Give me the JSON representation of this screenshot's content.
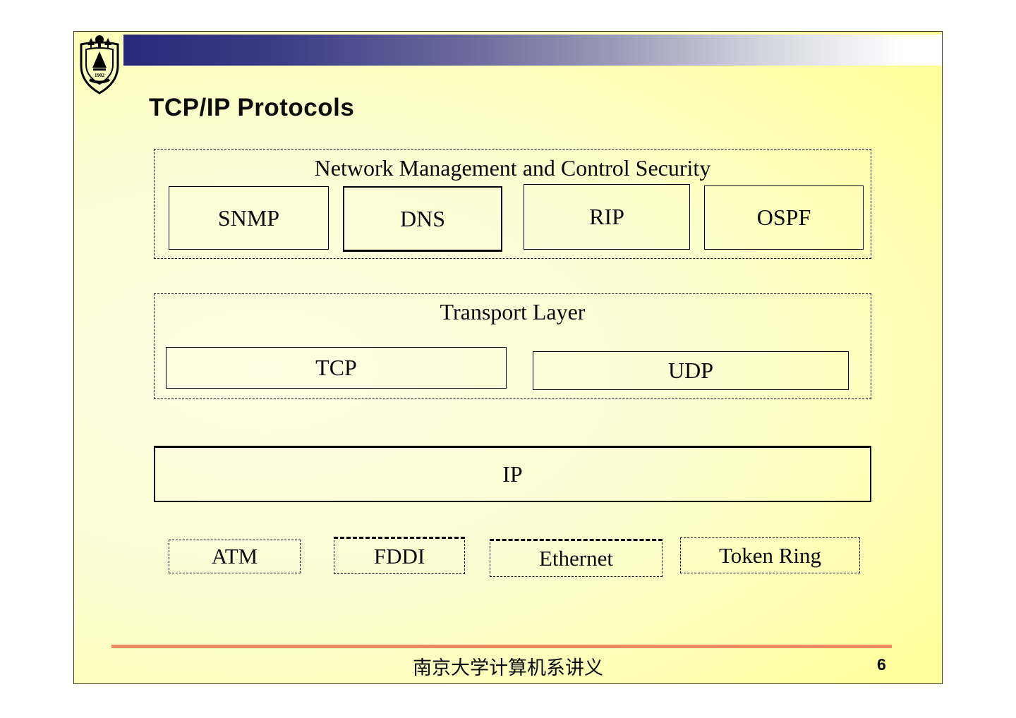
{
  "slide": {
    "title": "TCP/IP Protocols",
    "footer": {
      "text": "南京大学计算机系讲义",
      "page_number": "6"
    },
    "logo": {
      "name": "nanjing-university-crest",
      "year": "1902"
    },
    "colors": {
      "slide_background_light": "#FEFEE4",
      "slide_background_yellow": "#FFFF99",
      "header_bar_navy": "#29297B",
      "accent_line_orange": "#EE8A5F",
      "box_border": "#000000"
    }
  },
  "diagram": {
    "application_layer": {
      "label": "Network Management and Control Security",
      "boxes": [
        "SNMP",
        "DNS",
        "RIP",
        "OSPF"
      ]
    },
    "transport_layer": {
      "label": "Transport Layer",
      "boxes": [
        "TCP",
        "UDP"
      ]
    },
    "network_layer": {
      "label": "IP"
    },
    "link_layer": {
      "boxes": [
        "ATM",
        "FDDI",
        "Ethernet",
        "Token Ring"
      ]
    }
  }
}
